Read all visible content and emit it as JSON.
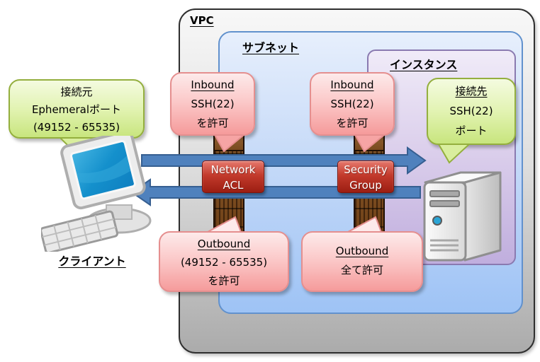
{
  "containers": {
    "vpc": {
      "label": "VPC"
    },
    "subnet": {
      "label": "サブネット"
    },
    "instance": {
      "label": "インスタンス"
    }
  },
  "client": {
    "label": "クライアント"
  },
  "firewalls": {
    "network_acl": {
      "line1": "Network",
      "line2": "ACL"
    },
    "security_group": {
      "line1": "Security",
      "line2": "Group"
    }
  },
  "callouts": {
    "source": {
      "line1": "接続元",
      "line2": "Ephemeralポート",
      "line3": "(49152 - 65535)"
    },
    "nacl_inbound": {
      "title": "Inbound",
      "line2": "SSH(22)",
      "line3": "を許可"
    },
    "sg_inbound": {
      "title": "Inbound",
      "line2": "SSH(22)",
      "line3": "を許可"
    },
    "destination": {
      "title": "接続先",
      "line2": "SSH(22)",
      "line3": "ポート"
    },
    "nacl_outbound": {
      "title": "Outbound",
      "line2": "(49152 - 65535)",
      "line3": "を許可"
    },
    "sg_outbound": {
      "title": "Outbound",
      "line2": "全て許可"
    }
  },
  "colors": {
    "arrow_fill": "#4f81bd",
    "arrow_stroke": "#365f91",
    "plate_red": "#b02a1c",
    "pink_bubble_border": "#e58f8f",
    "green_bubble_border": "#94af3e",
    "subnet_border": "#6191cd",
    "instance_border": "#8a7ab0",
    "vpc_border": "#2f2f2f",
    "fence_brown": "#7d4e22"
  }
}
